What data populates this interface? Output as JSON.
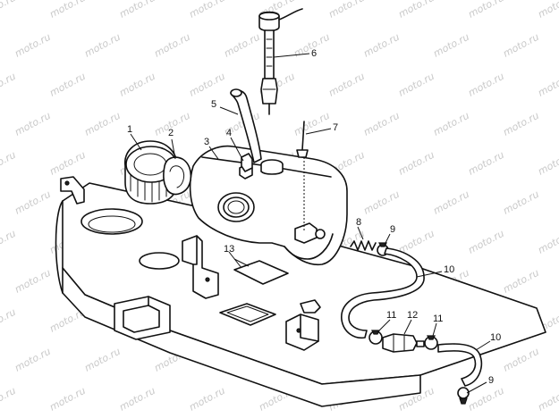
{
  "watermark": {
    "text": "moto.ru",
    "color": "#c9c9c9"
  },
  "colors": {
    "ink": "#111111",
    "background": "#ffffff"
  },
  "callouts": [
    {
      "id": "c1",
      "label": "1"
    },
    {
      "id": "c2",
      "label": "2"
    },
    {
      "id": "c3",
      "label": "3"
    },
    {
      "id": "c4",
      "label": "4"
    },
    {
      "id": "c5",
      "label": "5"
    },
    {
      "id": "c6",
      "label": "6"
    },
    {
      "id": "c7",
      "label": "7"
    },
    {
      "id": "c8",
      "label": "8"
    },
    {
      "id": "c9a",
      "label": "9"
    },
    {
      "id": "c10a",
      "label": "10"
    },
    {
      "id": "c11a",
      "label": "11"
    },
    {
      "id": "c12",
      "label": "12"
    },
    {
      "id": "c11b",
      "label": "11"
    },
    {
      "id": "c10b",
      "label": "10"
    },
    {
      "id": "c9b",
      "label": "9"
    },
    {
      "id": "c13",
      "label": "13"
    }
  ]
}
